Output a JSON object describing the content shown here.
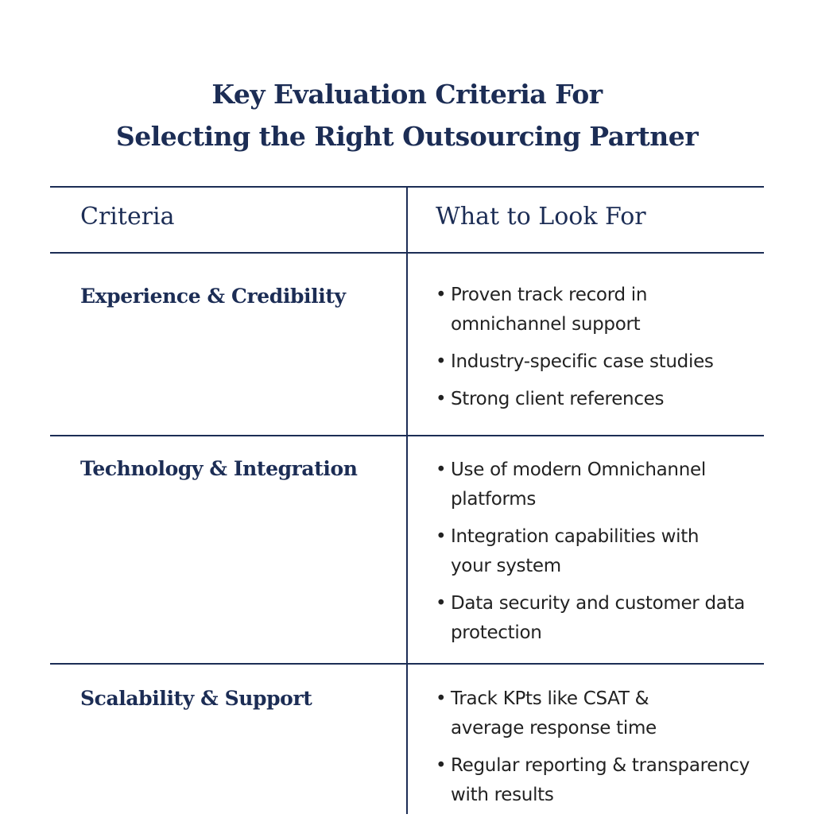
{
  "title": {
    "line1": "Key Evaluation Criteria For",
    "line2": "Selecting the Right Outsourcing  Partner"
  },
  "header": {
    "criteria": "Criteria",
    "look_for": "What to Look For"
  },
  "rows": [
    {
      "criteria": "Experience & Credibility",
      "items": [
        "Proven track record in omnichannel support",
        "Industry-specific case studies",
        "Strong client references"
      ]
    },
    {
      "criteria": "Technology & Integration",
      "items": [
        "Use of modern Omnichannel platforms",
        "Integration capabilities with your system",
        "Data security and customer data protection"
      ]
    },
    {
      "criteria": "Scalability & Support",
      "items": [
        "Track KPts like CSAT & average response time",
        "Regular reporting & transparency with results"
      ]
    }
  ],
  "bullet": "•"
}
